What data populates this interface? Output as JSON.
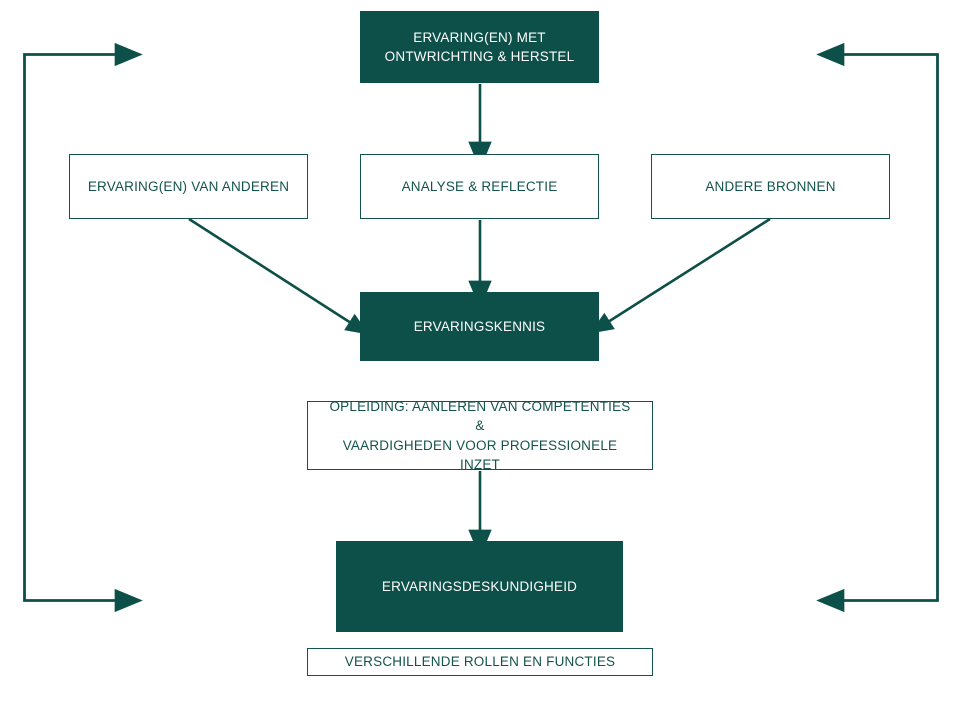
{
  "diagram": {
    "title_visible": false,
    "language": "nl",
    "colors": {
      "primary": "#0d5049",
      "outline": "#14534c",
      "text_on_fill": "#ffffff",
      "text_on_outline": "#14534c",
      "background": "#ffffff"
    },
    "nodes": [
      {
        "id": "ervaringen-met-ontwrichting",
        "style": "filled",
        "lines": [
          "ERVARING(EN) MET",
          "ONTWRICHTING & HERSTEL"
        ],
        "text": "ERVARING(EN) MET ONTWRICHTING & HERSTEL"
      },
      {
        "id": "ervaringen-van-anderen",
        "style": "outline",
        "lines": [
          "ERVARING(EN) VAN ANDEREN"
        ],
        "text": "ERVARING(EN) VAN ANDEREN"
      },
      {
        "id": "analyse-reflectie",
        "style": "outline",
        "lines": [
          "ANALYSE & REFLECTIE"
        ],
        "text": "ANALYSE & REFLECTIE"
      },
      {
        "id": "andere-bronnen",
        "style": "outline",
        "lines": [
          "ANDERE BRONNEN"
        ],
        "text": "ANDERE BRONNEN"
      },
      {
        "id": "ervaringskennis",
        "style": "filled",
        "lines": [
          "ERVARINGSKENNIS"
        ],
        "text": "ERVARINGSKENNIS"
      },
      {
        "id": "opleiding",
        "style": "outline",
        "lines": [
          "OPLEIDING: AANLEREN VAN COMPETENTIES &",
          "VAARDIGHEDEN VOOR PROFESSIONELE INZET"
        ],
        "text": "OPLEIDING: AANLEREN VAN COMPETENTIES & VAARDIGHEDEN VOOR PROFESSIONELE INZET"
      },
      {
        "id": "ervaringsdeskundigheid",
        "style": "filled",
        "lines": [
          "ERVARINGSDESKUNDIGHEID"
        ],
        "text": "ERVARINGSDESKUNDIGHEID"
      },
      {
        "id": "verschillende-rollen",
        "style": "outline",
        "lines": [
          "VERSCHILLENDE ROLLEN EN FUNCTIES"
        ],
        "text": "VERSCHILLENDE ROLLEN EN FUNCTIES"
      }
    ],
    "connectors": [
      {
        "id": "ervaringen-met-ontwrichting-to-analyse",
        "kind": "straight-vertical-arrow",
        "from": "ervaringen-met-ontwrichting",
        "to": "analyse-reflectie"
      },
      {
        "id": "analyse-to-ervaringskennis",
        "kind": "straight-vertical-arrow",
        "from": "analyse-reflectie",
        "to": "ervaringskennis"
      },
      {
        "id": "ervaringen-van-anderen-to-ervaringskennis",
        "kind": "diagonal-arrow",
        "from": "ervaringen-van-anderen",
        "to": "ervaringskennis"
      },
      {
        "id": "andere-bronnen-to-ervaringskennis",
        "kind": "diagonal-arrow",
        "from": "andere-bronnen",
        "to": "ervaringskennis"
      },
      {
        "id": "opleiding-to-ervaringsdeskundigheid",
        "kind": "straight-vertical-arrow",
        "from": "opleiding",
        "to": "ervaringsdeskundigheid"
      },
      {
        "id": "left-feedback-loop",
        "kind": "elbow-loop-arrow",
        "side": "left",
        "direction": "right"
      },
      {
        "id": "right-feedback-loop",
        "kind": "elbow-loop-arrow",
        "side": "right",
        "direction": "left"
      }
    ]
  }
}
